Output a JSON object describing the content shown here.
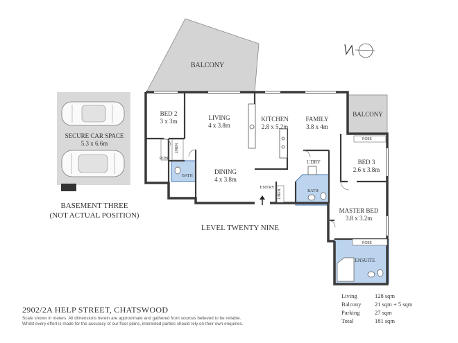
{
  "plan": {
    "balcony_top": "BALCONY",
    "balcony_right": "BALCONY",
    "level_title": "LEVEL TWENTY NINE",
    "rooms": {
      "bed2": {
        "name": "BED 2",
        "size": "3 x 3m"
      },
      "living": {
        "name": "LIVING",
        "size": "4 x 3.8m"
      },
      "kitchen": {
        "name": "KITCHEN",
        "size": "2.8 x 5.2m"
      },
      "family": {
        "name": "FAMILY",
        "size": "3.8 x 4m"
      },
      "dining": {
        "name": "DINING",
        "size": "4 x 3.8m"
      },
      "bed3": {
        "name": "BED 3",
        "size": "2.6 x 3.8m"
      },
      "master": {
        "name": "MASTER BED",
        "size": "3.8 x 3.2m"
      }
    },
    "small": {
      "bath_left": "BATH",
      "bath_mid": "BATH",
      "ensuite": "ENSUITE",
      "ldry": "L'DRY",
      "entry": "ENTRY",
      "robe": "ROBE",
      "linen": "LINEN"
    }
  },
  "car": {
    "title": "SECURE CAR SPACE",
    "size": "5.3 x 6.6m",
    "basement_line1": "BASEMENT THREE",
    "basement_line2": "(NOT ACTUAL POSITION)"
  },
  "footer": {
    "address": "2902/2A HELP STREET, CHATSWOOD",
    "disclaimer1": "Scale shown in meters. All dimensions herein are approximate and gathered from sources believed to be  reliable.",
    "disclaimer2": "Whilst every effort is made for the accuracy of our floor plans, interested parties should rely on their own enquiries."
  },
  "areas": [
    {
      "label": "Living",
      "value": "128 sqm"
    },
    {
      "label": "Balcony",
      "value": "21 sqm + 5 sqm"
    },
    {
      "label": "Parking",
      "value": "27 sqm"
    },
    {
      "label": "Total",
      "value": "181 sqm"
    }
  ],
  "colors": {
    "wall": "#3a3a3a",
    "balcony": "#d4d4d4",
    "car_space": "#d9d9d9",
    "wet_area": "#bcd4ee",
    "wet_outline": "#4a78b8"
  }
}
